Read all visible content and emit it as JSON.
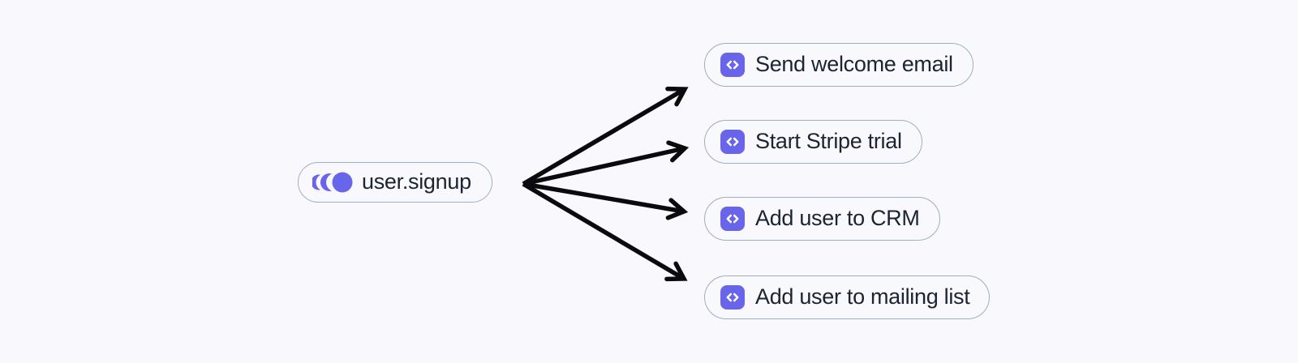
{
  "diagram": {
    "type": "fan-out-flow",
    "trigger": {
      "label": "user.signup",
      "icon": "event-ripple-icon"
    },
    "steps": [
      {
        "label": "Send welcome email",
        "icon": "code-icon"
      },
      {
        "label": "Start Stripe trial",
        "icon": "code-icon"
      },
      {
        "label": "Add user to CRM",
        "icon": "code-icon"
      },
      {
        "label": "Add user to mailing list",
        "icon": "code-icon"
      }
    ],
    "edges": [
      {
        "from": "user.signup",
        "to": "Send welcome email"
      },
      {
        "from": "user.signup",
        "to": "Start Stripe trial"
      },
      {
        "from": "user.signup",
        "to": "Add user to CRM"
      },
      {
        "from": "user.signup",
        "to": "Add user to mailing list"
      }
    ],
    "colors": {
      "background": "#F9F9FD",
      "accent": "#6965EB",
      "node_border": "#9FAEC2",
      "text": "#1B2433",
      "arrow": "#0B0B0E",
      "icon_glyph": "#FFFFFF"
    }
  }
}
